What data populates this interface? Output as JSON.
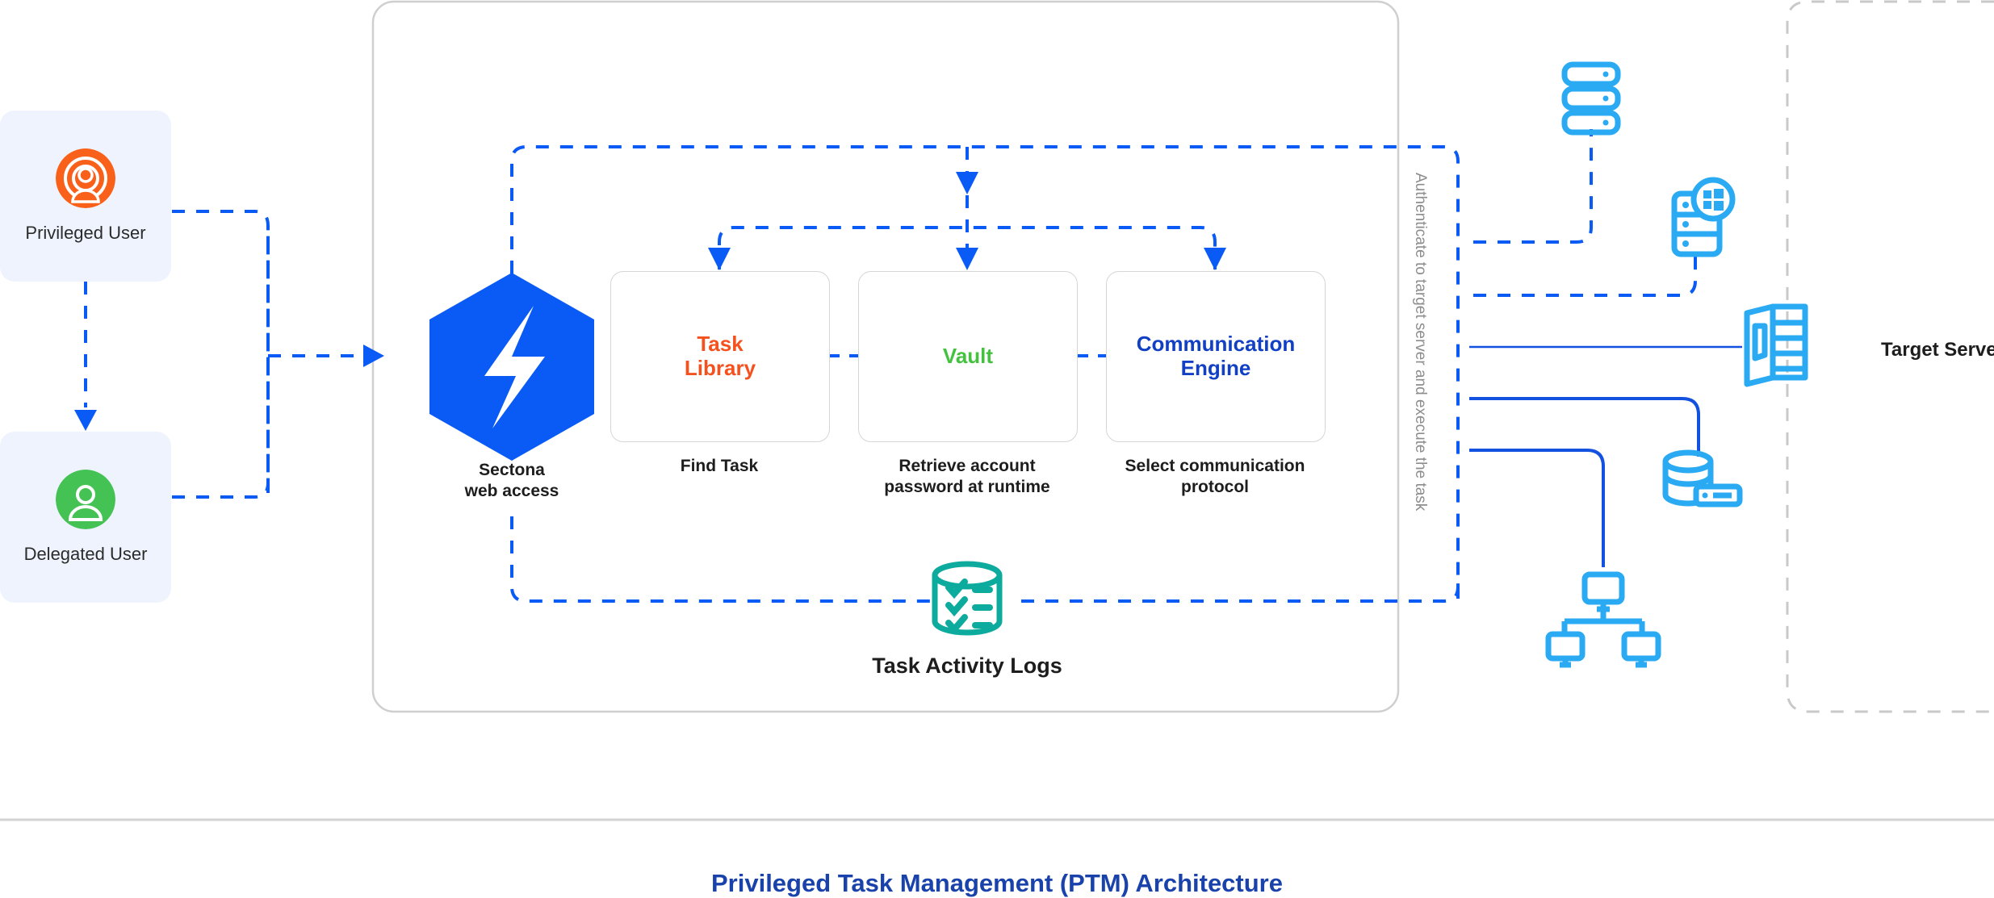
{
  "diagram": {
    "title": "Privileged Task Management (PTM) Architecture",
    "title_color": "#1942ab",
    "actors": [
      {
        "name": "privileged-user",
        "label": "Privileged User",
        "icon": "privileged-user-icon",
        "color": "#f9601a"
      },
      {
        "name": "delegated-user",
        "label": "Delegated User",
        "icon": "delegated-user-icon",
        "color": "#45c254"
      }
    ],
    "gateway": {
      "icon": "sectona-hexagon-logo",
      "label_line1": "Sectona",
      "label_line2": "web access",
      "color": "#0a5bf5"
    },
    "steps": [
      {
        "name": "task-library",
        "title_line1": "Task",
        "title_line2": "Library",
        "color": "#f4511e",
        "caption_line1": "Find Task",
        "caption_line2": ""
      },
      {
        "name": "vault",
        "title_line1": "Vault",
        "title_line2": "",
        "color": "#43c13f",
        "caption_line1": "Retrieve account",
        "caption_line2": "password at runtime"
      },
      {
        "name": "communication-engine",
        "title_line1": "Communication",
        "title_line2": "Engine",
        "color": "#1240c4",
        "caption_line1": "Select communication",
        "caption_line2": "protocol"
      }
    ],
    "logs": {
      "icon": "task-activity-logs-database-icon",
      "label": "Task Activity Logs",
      "color": "#0dab9e"
    },
    "authenticate_note": "Authenticate to target server and execute the task",
    "target": {
      "label": "Target Server",
      "icon_color": "#29aaf2",
      "icons": [
        {
          "name": "server-rack-icon"
        },
        {
          "name": "windows-server-icon"
        },
        {
          "name": "tower-server-icon"
        },
        {
          "name": "database-server-icon"
        },
        {
          "name": "network-workstations-icon"
        }
      ]
    },
    "colors": {
      "dashed_flow": "#0a5bf5",
      "solid_flow": "#1351e0",
      "container_border": "#cfcfcf",
      "card_bg": "#eef3fd"
    }
  }
}
